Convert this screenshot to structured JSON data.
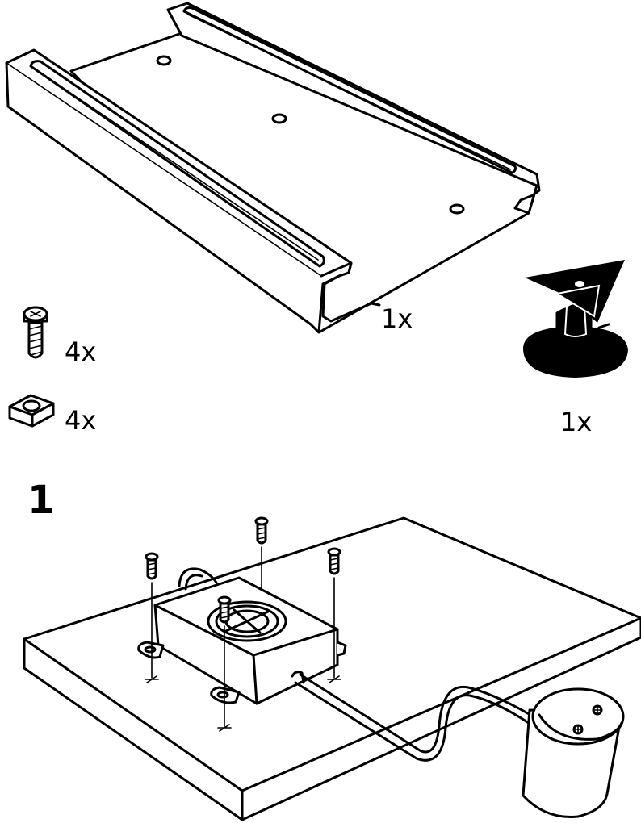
{
  "parts": [
    {
      "name": "mounting-rail",
      "quantity": "1x"
    },
    {
      "name": "screw",
      "quantity": "4x"
    },
    {
      "name": "square-nut",
      "quantity": "4x"
    },
    {
      "name": "wall-bracket",
      "quantity": "1x"
    }
  ],
  "steps": [
    {
      "number": "1"
    }
  ],
  "colors": {
    "ink": "#000000",
    "paper": "#ffffff"
  }
}
